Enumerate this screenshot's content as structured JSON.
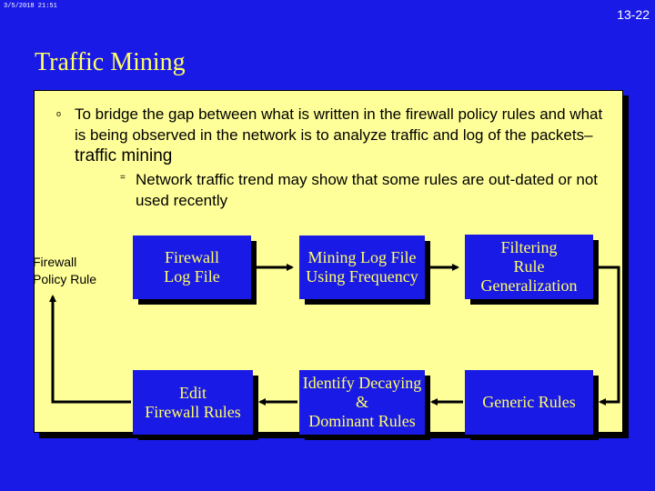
{
  "header": {
    "timestamp": "3/5/2018 21:51",
    "slide_number": "13-22",
    "title": "Traffic Mining"
  },
  "bullets": {
    "main_marker": "o",
    "main_text": "To bridge the gap between what is written in the firewall policy rules and what is being observed in the network is to analyze traffic and log of the packets–",
    "main_emphasis": "traffic mining",
    "sub_marker": "=",
    "sub_text": "Network traffic trend may show that some rules are out-dated or not used recently"
  },
  "flow": {
    "start_label_line1": "Firewall",
    "start_label_line2": "Policy Rule",
    "boxes": {
      "log_file": [
        "Firewall",
        "Log File"
      ],
      "mining": [
        "Mining Log File",
        "Using Frequency"
      ],
      "filtering": [
        "Filtering",
        "Rule",
        "Generalization"
      ],
      "edit": [
        "Edit",
        "Firewall Rules"
      ],
      "identify": [
        "Identify Decaying",
        "&",
        "Dominant Rules"
      ],
      "generic": [
        "Generic Rules"
      ]
    }
  },
  "colors": {
    "background": "#1a1ae6",
    "panel": "#ffff99",
    "title_text": "#ffff66",
    "box_text": "#ffff66"
  }
}
